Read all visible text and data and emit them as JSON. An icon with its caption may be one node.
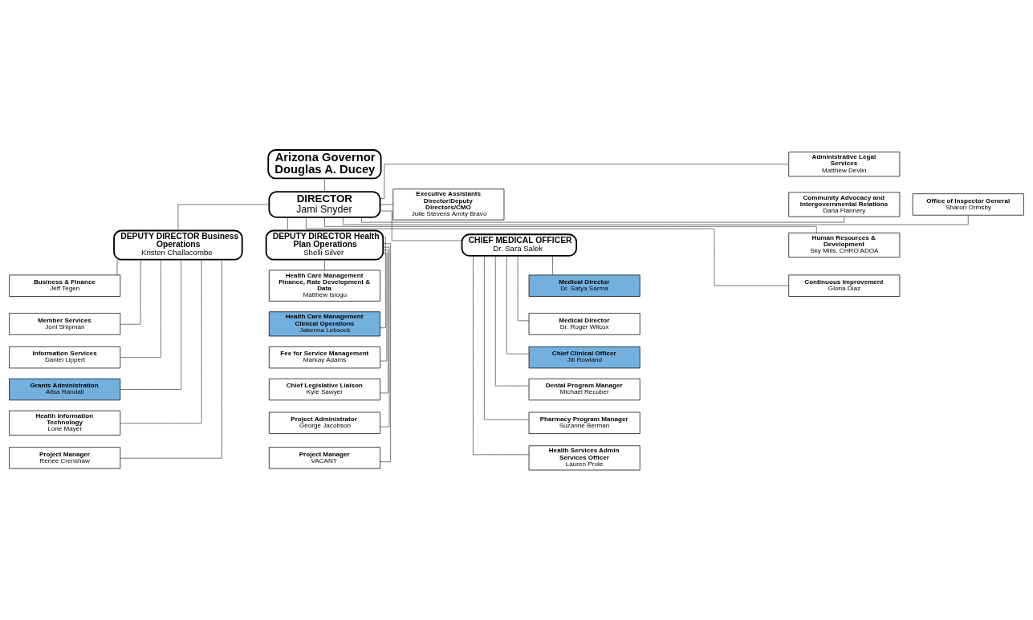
{
  "diagram": {
    "nodes": [
      {
        "text": [
          "Arizona Governor",
          "Douglas A. Ducey"
        ]
      },
      {
        "text": [
          "Executive Assistants Director/Deputy Directors/CMO",
          "Julie Stevens Amity Bravo"
        ]
      },
      {
        "text": [
          "DIRECTOR",
          "Jami Snyder"
        ]
      },
      {
        "text": [
          "Office of Inspector General",
          "Sharon Ormsby"
        ]
      },
      {
        "text": [
          "DEPUTY DIRECTOR Business Operations",
          "Kristen Challacombe"
        ]
      },
      {
        "text": [
          "DEPUTY DIRECTOR Health Plan Operations",
          "Shelli Silver"
        ]
      },
      {
        "text": [
          "CHIEF MEDICAL OFFICER",
          "Dr. Sara Salek"
        ]
      },
      {
        "text": [
          "Business & Finance",
          "Jeff Tegen"
        ]
      },
      {
        "text": [
          "Member Services",
          "Joni Shipman"
        ]
      },
      {
        "text": [
          "Information Services",
          "Daniel Lippert"
        ]
      },
      {
        "text": [
          "Grants Administration",
          "Alisa Randall"
        ]
      },
      {
        "text": [
          "Health Information Technology",
          "Lorie Mayer"
        ]
      },
      {
        "text": [
          "Project Manager",
          "Renee Crenshaw"
        ]
      },
      {
        "text": [
          "Health Care Management Finance, Rate Development & Data",
          "Matthew Isiogu"
        ]
      },
      {
        "text": [
          "Health Care Management Clinical Operations",
          "Jakenna Lebsock"
        ]
      },
      {
        "text": [
          "Fee for Service Management",
          "Markay Adams"
        ]
      },
      {
        "text": [
          "Chief Legislative Liaison",
          "Kyle Sawyer"
        ]
      },
      {
        "text": [
          "Project Administrator",
          "George Jacobson"
        ]
      },
      {
        "text": [
          "Project Manager",
          "VACANT"
        ]
      },
      {
        "text": [
          "Administrative Legal Services",
          "Matthew Devlin"
        ]
      },
      {
        "text": [
          "Community Advocacy and Intergovernmental Relations",
          "Dana Flannery"
        ]
      },
      {
        "text": [
          "Human Resources & Development",
          "Sky Mills, CHRO ADOA"
        ]
      },
      {
        "text": [
          "Continuous Improvement",
          "Gloria Diaz"
        ]
      },
      {
        "text": [
          "Medical Director",
          "Dr. Satya Sarma"
        ]
      },
      {
        "text": [
          "Medical Director",
          "Dr. Roger Wilcox"
        ]
      },
      {
        "text": [
          "Chief Clinical Officer",
          "Jill Rowland"
        ]
      },
      {
        "text": [
          "Dental Program Manager",
          "Michael Recuber"
        ]
      },
      {
        "text": [
          "Pharmacy Program Manager",
          "Suzanne Berman"
        ]
      },
      {
        "text": [
          "Health Services Admin Services Officer",
          "Lauren Prole"
        ]
      }
    ],
    "edges": [
      {
        "from": 0,
        "to": 2,
        "arrow": "none"
      },
      {
        "from": 2,
        "to": 1,
        "arrow": "none"
      },
      {
        "from": 2,
        "to": 3,
        "arrow": "none"
      },
      {
        "from": 2,
        "to": 4,
        "arrow": "none"
      },
      {
        "from": 2,
        "to": 5,
        "arrow": "none"
      },
      {
        "from": 2,
        "to": 6,
        "arrow": "none"
      },
      {
        "from": 2,
        "to": 19,
        "arrow": "none"
      },
      {
        "from": 2,
        "to": 20,
        "arrow": "none"
      },
      {
        "from": 2,
        "to": 21,
        "arrow": "none"
      },
      {
        "from": 2,
        "to": 22,
        "arrow": "none"
      },
      {
        "from": 4,
        "to": 7,
        "arrow": "none"
      },
      {
        "from": 4,
        "to": 8,
        "arrow": "none"
      },
      {
        "from": 4,
        "to": 9,
        "arrow": "none"
      },
      {
        "from": 4,
        "to": 10,
        "arrow": "none"
      },
      {
        "from": 4,
        "to": 11,
        "arrow": "none"
      },
      {
        "from": 4,
        "to": 12,
        "arrow": "none"
      },
      {
        "from": 5,
        "to": 13,
        "arrow": "none"
      },
      {
        "from": 5,
        "to": 14,
        "arrow": "none"
      },
      {
        "from": 5,
        "to": 15,
        "arrow": "none"
      },
      {
        "from": 5,
        "to": 16,
        "arrow": "none"
      },
      {
        "from": 5,
        "to": 17,
        "arrow": "none"
      },
      {
        "from": 5,
        "to": 18,
        "arrow": "none"
      },
      {
        "from": 6,
        "to": 23,
        "arrow": "none"
      },
      {
        "from": 6,
        "to": 24,
        "arrow": "none"
      },
      {
        "from": 6,
        "to": 25,
        "arrow": "none"
      },
      {
        "from": 6,
        "to": 26,
        "arrow": "none"
      },
      {
        "from": 6,
        "to": 27,
        "arrow": "none"
      },
      {
        "from": 6,
        "to": 28,
        "arrow": "none"
      }
    ]
  }
}
